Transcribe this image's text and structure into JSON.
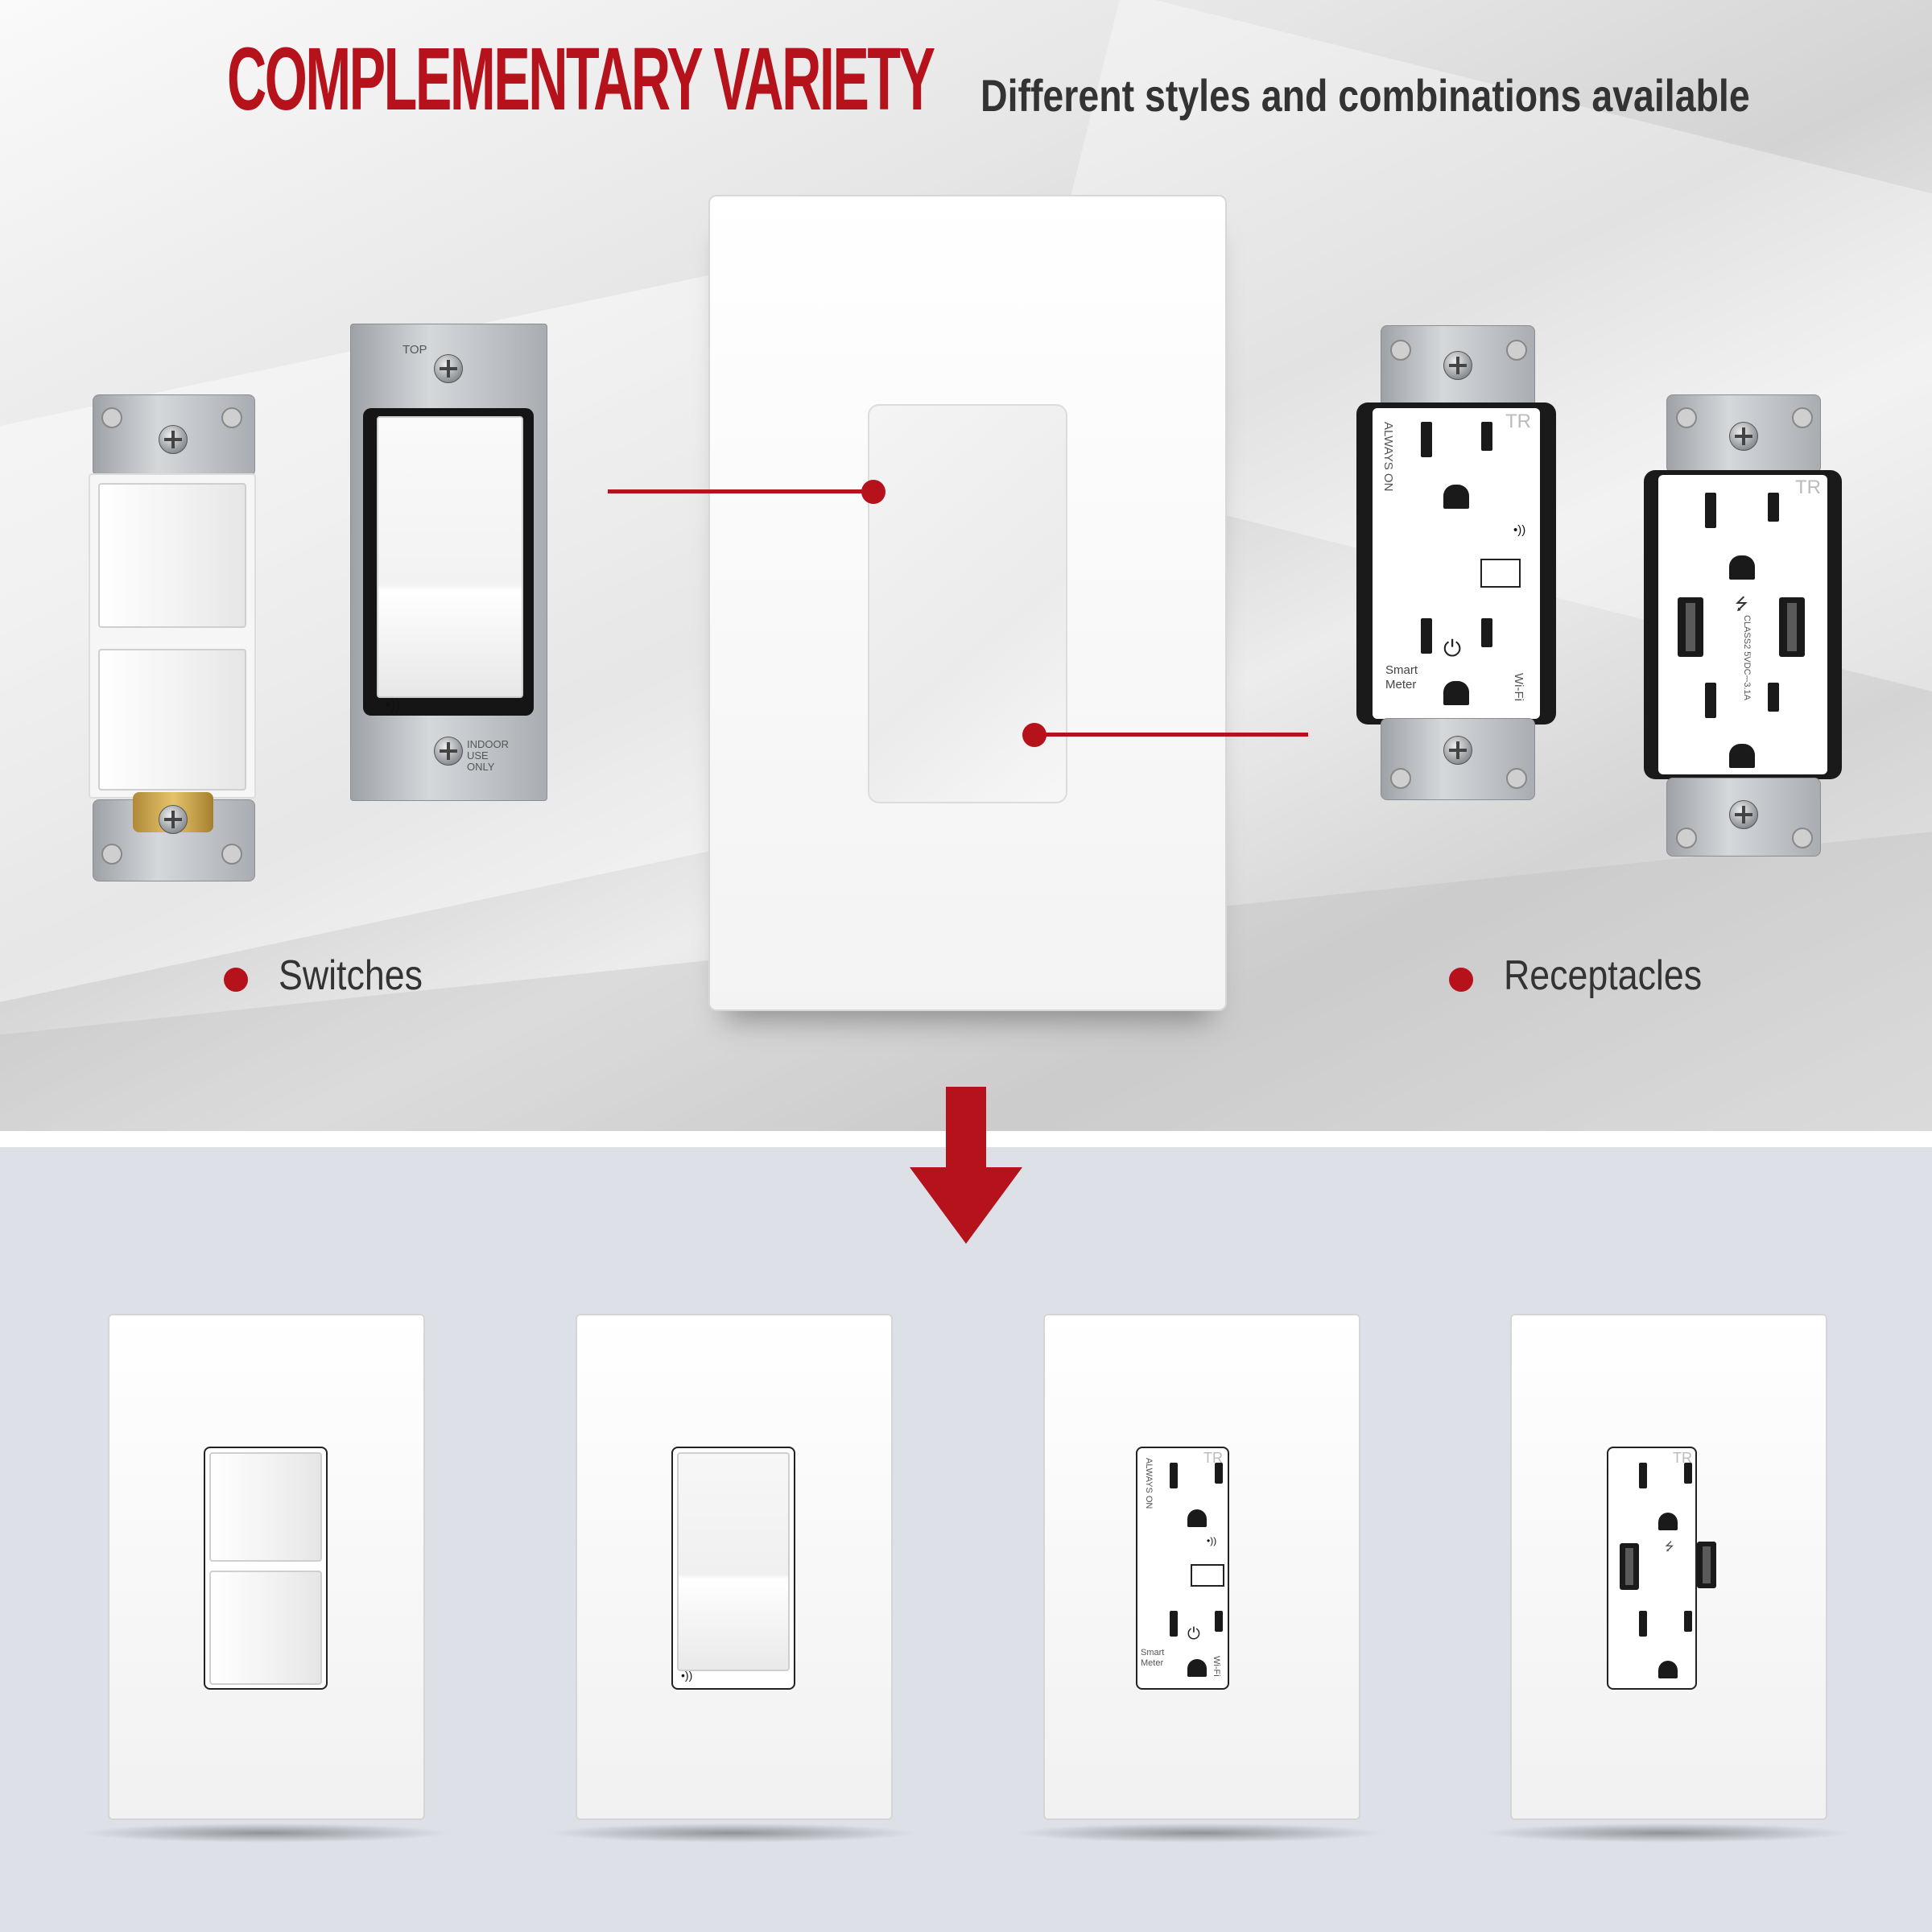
{
  "header": {
    "title": "COMPLEMENTARY  VARIETY",
    "subtitle": "Different styles and combinations available"
  },
  "captions": {
    "switches": "Switches",
    "receptacles": "Receptacles"
  },
  "device_text": {
    "top_label": "TOP",
    "indoor_label": "INDOOR USE ONLY",
    "always_on": "ALWAYS ON",
    "tr": "TR",
    "smart_meter_line1": "Smart",
    "smart_meter_line2": "Meter",
    "wifi": "Wi-Fi",
    "usb_rating": "CLASS2  5VDC⎓3.1A"
  },
  "colors": {
    "accent": "#b5121b",
    "text": "#333333",
    "bottom_background": "#dde1e7"
  },
  "icons": {
    "pointer": "red-dot",
    "arrow": "down-arrow-icon",
    "signal": "wireless-signal-icon",
    "power": "power-icon",
    "usb": "usb-icon"
  }
}
